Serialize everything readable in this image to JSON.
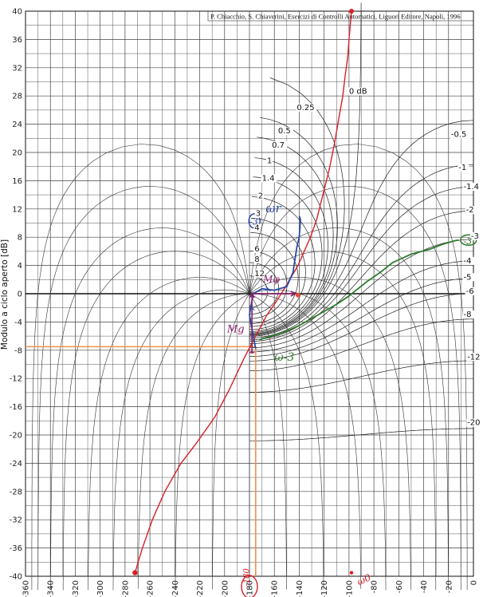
{
  "chart_data": {
    "type": "line",
    "title": "",
    "source_note": "P. Chiacchio, S. Chiaverini, Esercizi di Controlli Automatici, Liguori Editore, Napoli, 1996",
    "xlabel": "",
    "ylabel": "Modulo a ciclo aperto [dB]",
    "xlim": [
      -360,
      0
    ],
    "ylim": [
      -40,
      40
    ],
    "grid": true,
    "x_ticks": [
      "-360",
      "-340",
      "-320",
      "-300",
      "-280",
      "-260",
      "-240",
      "-220",
      "-200",
      "-180",
      "-160",
      "-140",
      "-120",
      "-100",
      "-80",
      "-60",
      "-40",
      "-20",
      "0"
    ],
    "y_ticks": [
      "40",
      "36",
      "32",
      "28",
      "24",
      "20",
      "16",
      "12",
      "8",
      "4",
      "0",
      "-4",
      "-8",
      "-12",
      "-16",
      "-20",
      "-24",
      "-28",
      "-32",
      "-36",
      "-40"
    ],
    "m_contour_labels": [
      {
        "text": "0 dB",
        "phase": -100,
        "mag": 28.3
      },
      {
        "text": "0.25",
        "phase": -142,
        "mag": 26.0
      },
      {
        "text": "0.5",
        "phase": -157,
        "mag": 22.7
      },
      {
        "text": "0.7",
        "phase": -162,
        "mag": 20.7
      },
      {
        "text": "1",
        "phase": -166,
        "mag": 18.5
      },
      {
        "text": "1.4",
        "phase": -170,
        "mag": 16.0
      },
      {
        "text": "2",
        "phase": -173,
        "mag": 13.5
      },
      {
        "text": "3",
        "phase": -175,
        "mag": 11.0
      },
      {
        "text": "4",
        "phase": -176,
        "mag": 9.0
      },
      {
        "text": "6",
        "phase": -176,
        "mag": 6.0
      },
      {
        "text": "8",
        "phase": -176,
        "mag": 4.5
      },
      {
        "text": "12",
        "phase": -176,
        "mag": 2.5
      },
      {
        "text": "-0.5",
        "phase": -18,
        "mag": 22.2
      },
      {
        "text": "-1",
        "phase": -12,
        "mag": 17.5
      },
      {
        "text": "-1.4",
        "phase": -8,
        "mag": 14.8
      },
      {
        "text": "-2",
        "phase": -6,
        "mag": 11.5
      },
      {
        "text": "-3",
        "phase": -2,
        "mag": 7.8
      },
      {
        "text": "-4",
        "phase": -8,
        "mag": 4.3
      },
      {
        "text": "-5",
        "phase": -8,
        "mag": 2.0
      },
      {
        "text": "-6",
        "phase": -6,
        "mag": 0.0
      },
      {
        "text": "-8",
        "phase": -8,
        "mag": -3.3
      },
      {
        "text": "-12",
        "phase": -5,
        "mag": -9.3
      },
      {
        "text": "-20",
        "phase": -5,
        "mag": -18.6
      }
    ],
    "series": [
      {
        "color": "#d81f26",
        "x": [
          -272,
          -266,
          -258,
          -248,
          -235,
          -222,
          -208,
          -196,
          -184,
          -175,
          -166,
          -158,
          -151,
          -146,
          -141,
          -136,
          -131,
          -126,
          -121,
          -116,
          -112,
          -108,
          -105,
          -103,
          -101,
          -100,
          -99,
          -98
        ],
        "y": [
          -39.5,
          -36,
          -32,
          -28,
          -24,
          -21,
          -17.5,
          -13.5,
          -9,
          -6,
          -3,
          -1,
          1,
          2.5,
          4,
          6,
          8,
          10.5,
          14,
          17.5,
          21,
          25,
          28,
          31,
          33.5,
          36,
          38,
          40
        ]
      },
      {
        "color": "#2a4aa3",
        "x": [
          -175,
          -180,
          -177,
          -170,
          -160,
          -150,
          -145,
          -142,
          -140,
          -139,
          -140
        ],
        "y": [
          -7.8,
          -3,
          0,
          0.7,
          0.5,
          1,
          3,
          6.5,
          8,
          10.5,
          11
        ]
      },
      {
        "color": "#2e7a2e",
        "x": [
          -172,
          -162,
          -150,
          -140,
          -130,
          -120,
          -110,
          -100,
          -85,
          -75,
          -65,
          -50,
          -35,
          -25,
          -15,
          -12
        ],
        "y": [
          -6.5,
          -6.0,
          -5.3,
          -4.5,
          -3.5,
          -2.5,
          -1.5,
          -0.3,
          1.8,
          3.0,
          4.4,
          5.6,
          6.3,
          7.0,
          7.5,
          7.6
        ]
      }
    ],
    "annotations": [
      {
        "text": "ωr",
        "color": "#2a4aa3"
      },
      {
        "text": "-3",
        "color": "#2a4aa3"
      },
      {
        "text": "Mφ",
        "color": "#8a1f6b"
      },
      {
        "text": "Mg",
        "color": "#8a1f6b"
      },
      {
        "text": "ω-3",
        "color": "#2e7a2e"
      },
      {
        "text": "-3",
        "color": "#2e7a2e"
      },
      {
        "text": "-180",
        "color": "#d81f26"
      },
      {
        "text": "ω0",
        "color": "#d81f26"
      }
    ],
    "reference_lines": {
      "phase": -175,
      "mag": -7.5,
      "color": "#f0904a"
    }
  }
}
